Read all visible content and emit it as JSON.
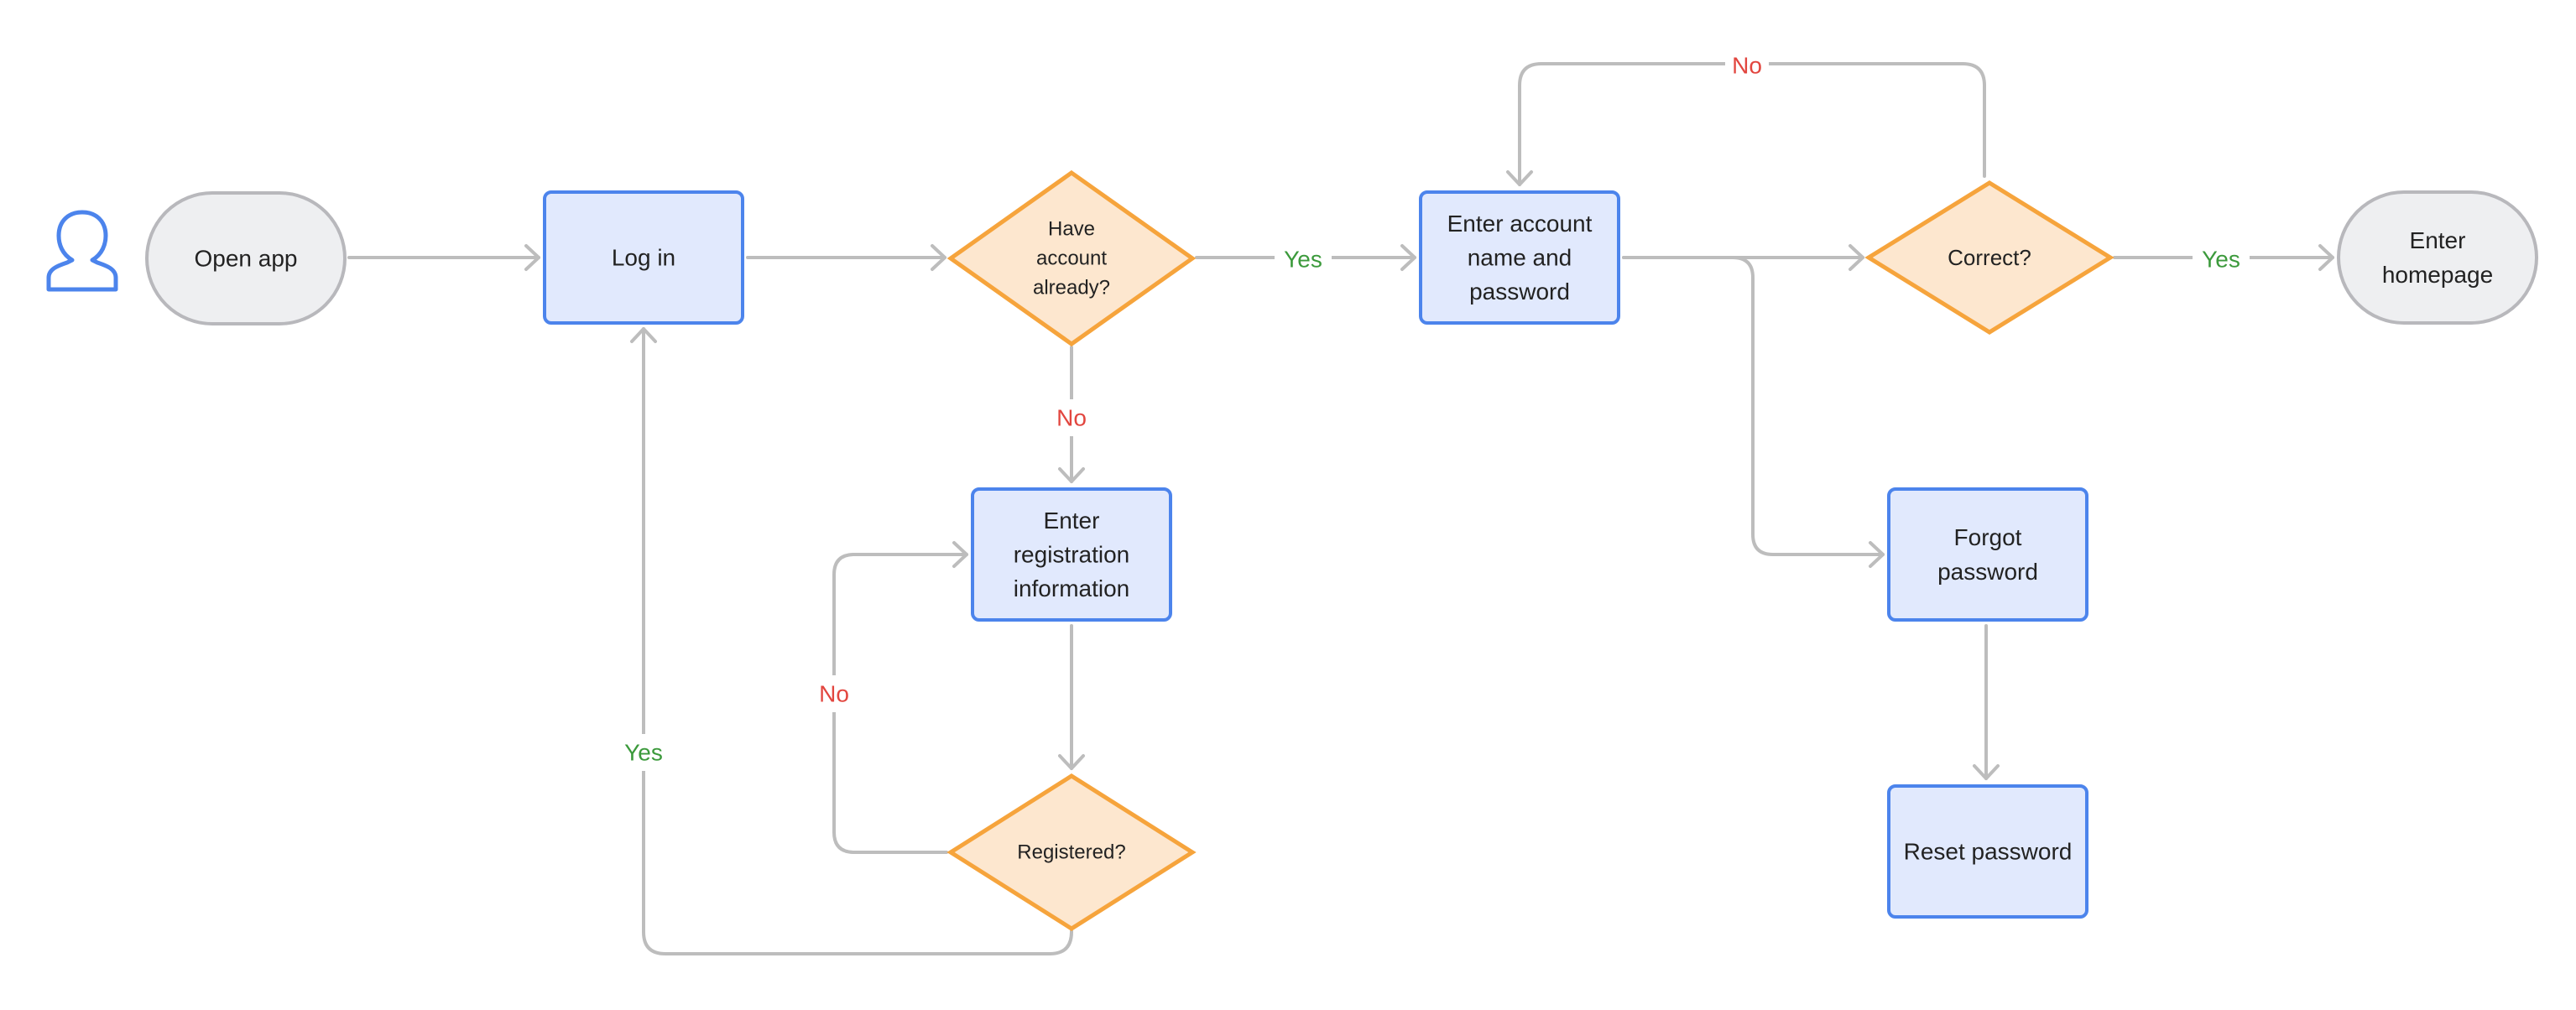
{
  "colors": {
    "terminal_fill": "#eeeff1",
    "terminal_stroke": "#b8b8bc",
    "process_fill": "#e1e9fd",
    "process_stroke": "#4c84ec",
    "decision_fill": "#fde7cf",
    "decision_stroke": "#f6a43c",
    "connector": "#bdbdbd",
    "text": "#222222",
    "label_yes": "#3c9a3c",
    "label_no": "#e2463f",
    "user_icon": "#4c84ec"
  },
  "icons": {
    "user": "user-icon"
  },
  "nodes": {
    "open_app": {
      "type": "terminal",
      "label": "Open app"
    },
    "log_in": {
      "type": "process",
      "label": "Log in"
    },
    "have_account": {
      "type": "decision",
      "label": "Have account already?"
    },
    "enter_account": {
      "type": "process",
      "label": "Enter account name and password"
    },
    "correct": {
      "type": "decision",
      "label": "Correct?"
    },
    "enter_homepage": {
      "type": "terminal",
      "label": "Enter homepage"
    },
    "enter_registration": {
      "type": "process",
      "label": "Enter registration information"
    },
    "registered": {
      "type": "decision",
      "label": "Registered?"
    },
    "forgot_password": {
      "type": "process",
      "label": "Forgot password"
    },
    "reset_password": {
      "type": "process",
      "label": "Reset password"
    }
  },
  "edges": [
    {
      "from": "open_app",
      "to": "log_in",
      "label": ""
    },
    {
      "from": "log_in",
      "to": "have_account",
      "label": ""
    },
    {
      "from": "have_account",
      "to": "enter_account",
      "label": "Yes"
    },
    {
      "from": "have_account",
      "to": "enter_registration",
      "label": "No"
    },
    {
      "from": "enter_account",
      "to": "correct",
      "label": ""
    },
    {
      "from": "enter_account",
      "to": "forgot_password",
      "label": ""
    },
    {
      "from": "correct",
      "to": "enter_homepage",
      "label": "Yes"
    },
    {
      "from": "correct",
      "to": "enter_account",
      "label": "No"
    },
    {
      "from": "enter_registration",
      "to": "registered",
      "label": ""
    },
    {
      "from": "registered",
      "to": "enter_registration",
      "label": "No"
    },
    {
      "from": "registered",
      "to": "log_in",
      "label": "Yes"
    },
    {
      "from": "forgot_password",
      "to": "reset_password",
      "label": ""
    }
  ]
}
